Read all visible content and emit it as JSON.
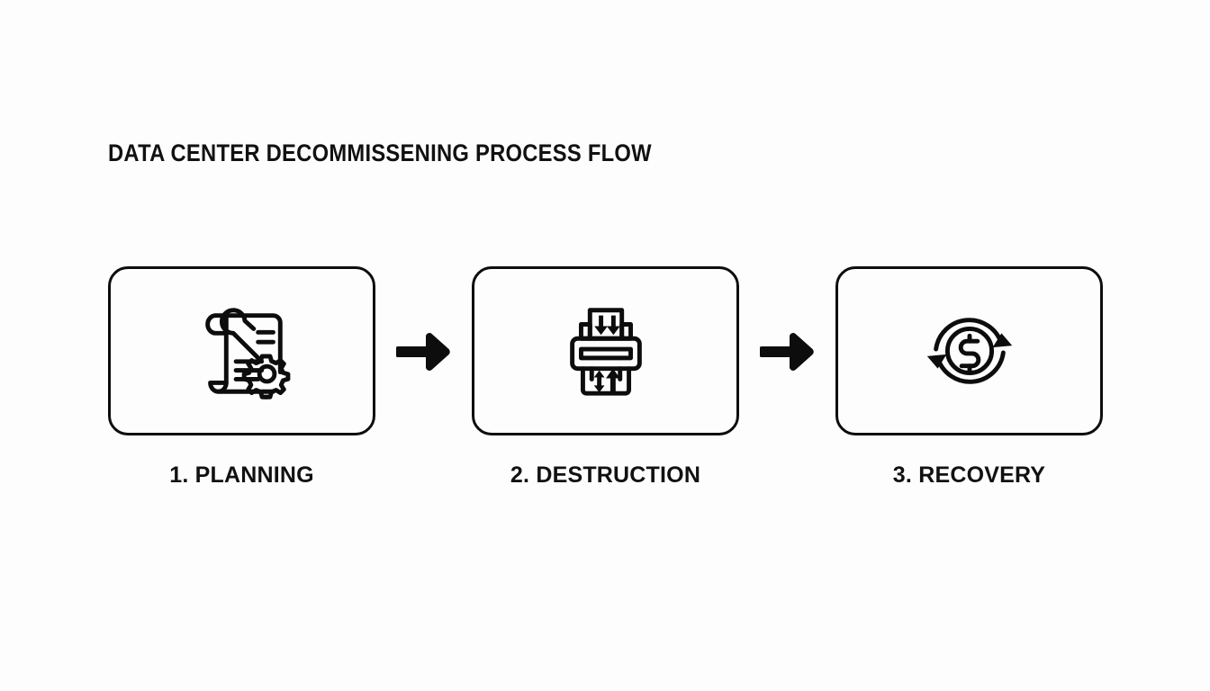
{
  "page": {
    "title": "DATA CENTER DECOMMISSENING PROCESS FLOW",
    "background_color": "#fdfdfd",
    "stroke_color": "#0d0d0d",
    "text_color": "#111111"
  },
  "flow": {
    "steps": [
      {
        "label": "1. PLANNING",
        "icon": "blueprint-wrench-gear-icon",
        "icon_description": "rolled document with wrench and gear"
      },
      {
        "label": "2. DESTRUCTION",
        "icon": "paper-shredder-icon",
        "icon_description": "shredder machine with down and up arrows"
      },
      {
        "label": "3. RECOVERY",
        "icon": "recycle-dollar-icon",
        "icon_description": "circular arrows around a dollar sign"
      }
    ],
    "connectors": [
      {
        "icon": "arrow-right-icon"
      },
      {
        "icon": "arrow-right-icon"
      }
    ]
  }
}
